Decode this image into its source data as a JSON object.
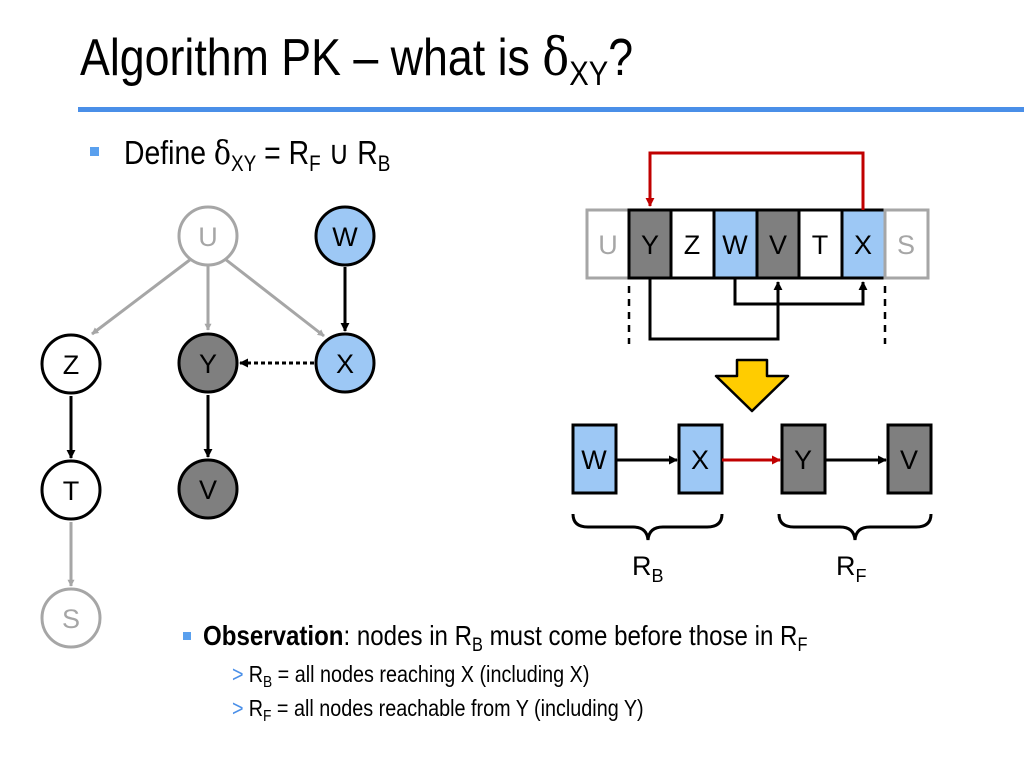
{
  "slide": {
    "title_prefix": "Algorithm PK – what is ",
    "title_delta": "δ",
    "title_sub": "XY",
    "title_suffix": "?"
  },
  "define": {
    "prefix": "Define ",
    "delta": "δ",
    "delta_sub": "XY",
    "eq": " = R",
    "rf_sub": "F",
    "union": " ∪ ",
    "r": "R",
    "rb_sub": "B"
  },
  "observation": {
    "bold": "Observation",
    "text_a": ": nodes in R",
    "sub_b": "B",
    "text_b": " must come before those in R",
    "sub_f": "F",
    "sub1_r": "R",
    "sub1_sub": "B",
    "sub1_text": " = all nodes reaching X (including X)",
    "sub2_r": "R",
    "sub2_sub": "F",
    "sub2_text": " = all nodes reachable from Y (including Y)",
    "marker": ">"
  },
  "graph": {
    "nodes": [
      "U",
      "W",
      "Z",
      "Y",
      "X",
      "T",
      "V",
      "S"
    ]
  },
  "order": {
    "cells": [
      "U",
      "Y",
      "Z",
      "W",
      "V",
      "T",
      "X",
      "S"
    ]
  },
  "result": {
    "boxes": [
      "W",
      "X",
      "Y",
      "V"
    ],
    "rb_label": "R",
    "rb_sub": "B",
    "rf_label": "R",
    "rf_sub": "F"
  },
  "colors": {
    "accent": "#4a8fe8",
    "light_blue": "#9dc8f5",
    "dark_gray": "#7f7f7f",
    "light_gray": "#a6a6a6",
    "red": "#c00000",
    "yellow": "#ffcc00"
  }
}
